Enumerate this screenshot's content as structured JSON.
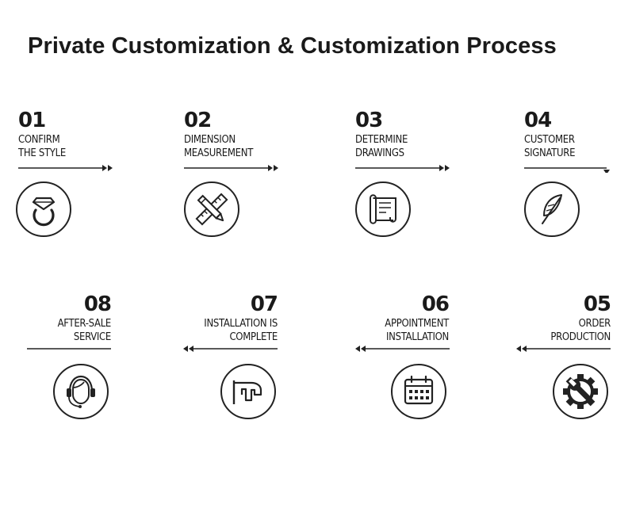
{
  "title": "Private Customization & Customization Process",
  "steps": [
    {
      "num": "01",
      "line1": "CONFIRM",
      "line2": "THE STYLE",
      "icon": "diamond-ring-icon"
    },
    {
      "num": "02",
      "line1": "DIMENSION",
      "line2": "MEASUREMENT",
      "icon": "ruler-pencil-icon"
    },
    {
      "num": "03",
      "line1": "DETERMINE",
      "line2": "DRAWINGS",
      "icon": "scroll-drawing-icon"
    },
    {
      "num": "04",
      "line1": "CUSTOMER",
      "line2": "SIGNATURE",
      "icon": "quill-feather-icon"
    },
    {
      "num": "05",
      "line1": "ORDER",
      "line2": "PRODUCTION",
      "icon": "gear-wrench-icon"
    },
    {
      "num": "06",
      "line1": "APPOINTMENT",
      "line2": "INSTALLATION",
      "icon": "calendar-icon"
    },
    {
      "num": "07",
      "line1": "INSTALLATION IS",
      "line2": "COMPLETE",
      "icon": "installed-cabinet-icon"
    },
    {
      "num": "08",
      "line1": "AFTER-SALE",
      "line2": "SERVICE",
      "icon": "headset-support-icon"
    }
  ]
}
